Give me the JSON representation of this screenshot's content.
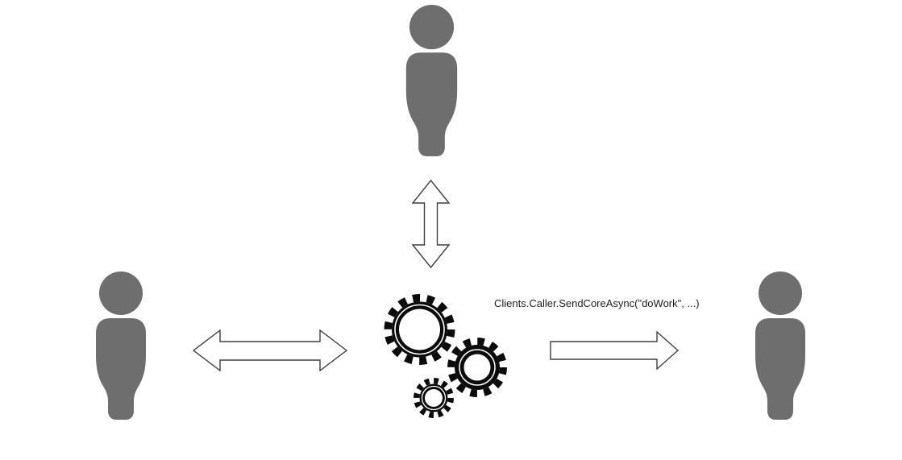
{
  "diagram": {
    "label": "Clients.Caller.SendCoreAsync(\"doWork\", ...)",
    "nodes": [
      {
        "id": "client-top",
        "icon": "person-icon"
      },
      {
        "id": "client-left",
        "icon": "person-icon"
      },
      {
        "id": "client-right",
        "icon": "person-icon"
      },
      {
        "id": "hub-center",
        "icon": "gears-icon"
      }
    ],
    "connections": [
      {
        "from": "client-top",
        "to": "hub-center",
        "style": "double-arrow-vertical"
      },
      {
        "from": "client-left",
        "to": "hub-center",
        "style": "double-arrow-horizontal"
      },
      {
        "from": "hub-center",
        "to": "client-right",
        "style": "single-arrow-right",
        "label": "Clients.Caller.SendCoreAsync(\"doWork\", ...)"
      }
    ],
    "colors": {
      "background": "#ffffff",
      "person": "#6e6e6e",
      "gear": "#0b0b0b",
      "arrow_stroke": "#3f3f3f",
      "label_text": "#1f1f1f"
    }
  }
}
